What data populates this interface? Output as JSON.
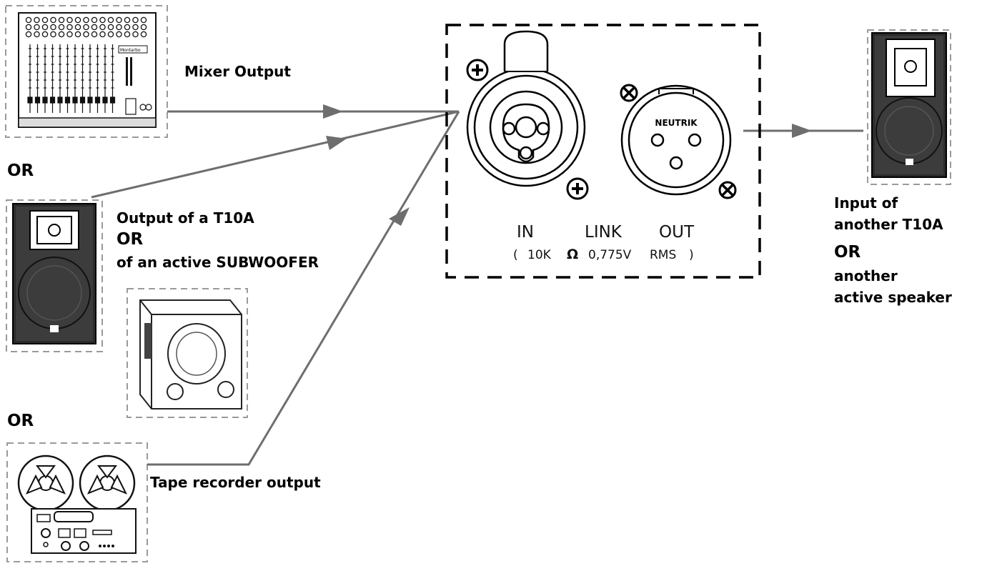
{
  "labels": {
    "mixer_output": "Mixer Output",
    "or_1": "OR",
    "output_t10a": "Output of a T10A",
    "or_2": "OR",
    "active_subwoofer": "of an active SUBWOOFER",
    "or_3": "OR",
    "tape_output": "Tape recorder output",
    "input_t10a_line1": "Input of",
    "input_t10a_line2": "another T10A",
    "or_4": "OR",
    "another_line1": "another",
    "another_line2": "active speaker"
  },
  "panel": {
    "in": "IN",
    "link": "LINK",
    "out": "OUT",
    "spec_open": "(",
    "spec_impedance": "10K",
    "spec_ohm": "Ω",
    "spec_level": "0,775V",
    "spec_rms": "RMS",
    "spec_close": ")",
    "brand": "NEUTRIK"
  },
  "mixer_brand": "Montarbo",
  "colors": {
    "line": "#6e6e6e",
    "dash_box": "#9a9a9a",
    "panel_dash": "#000000"
  }
}
